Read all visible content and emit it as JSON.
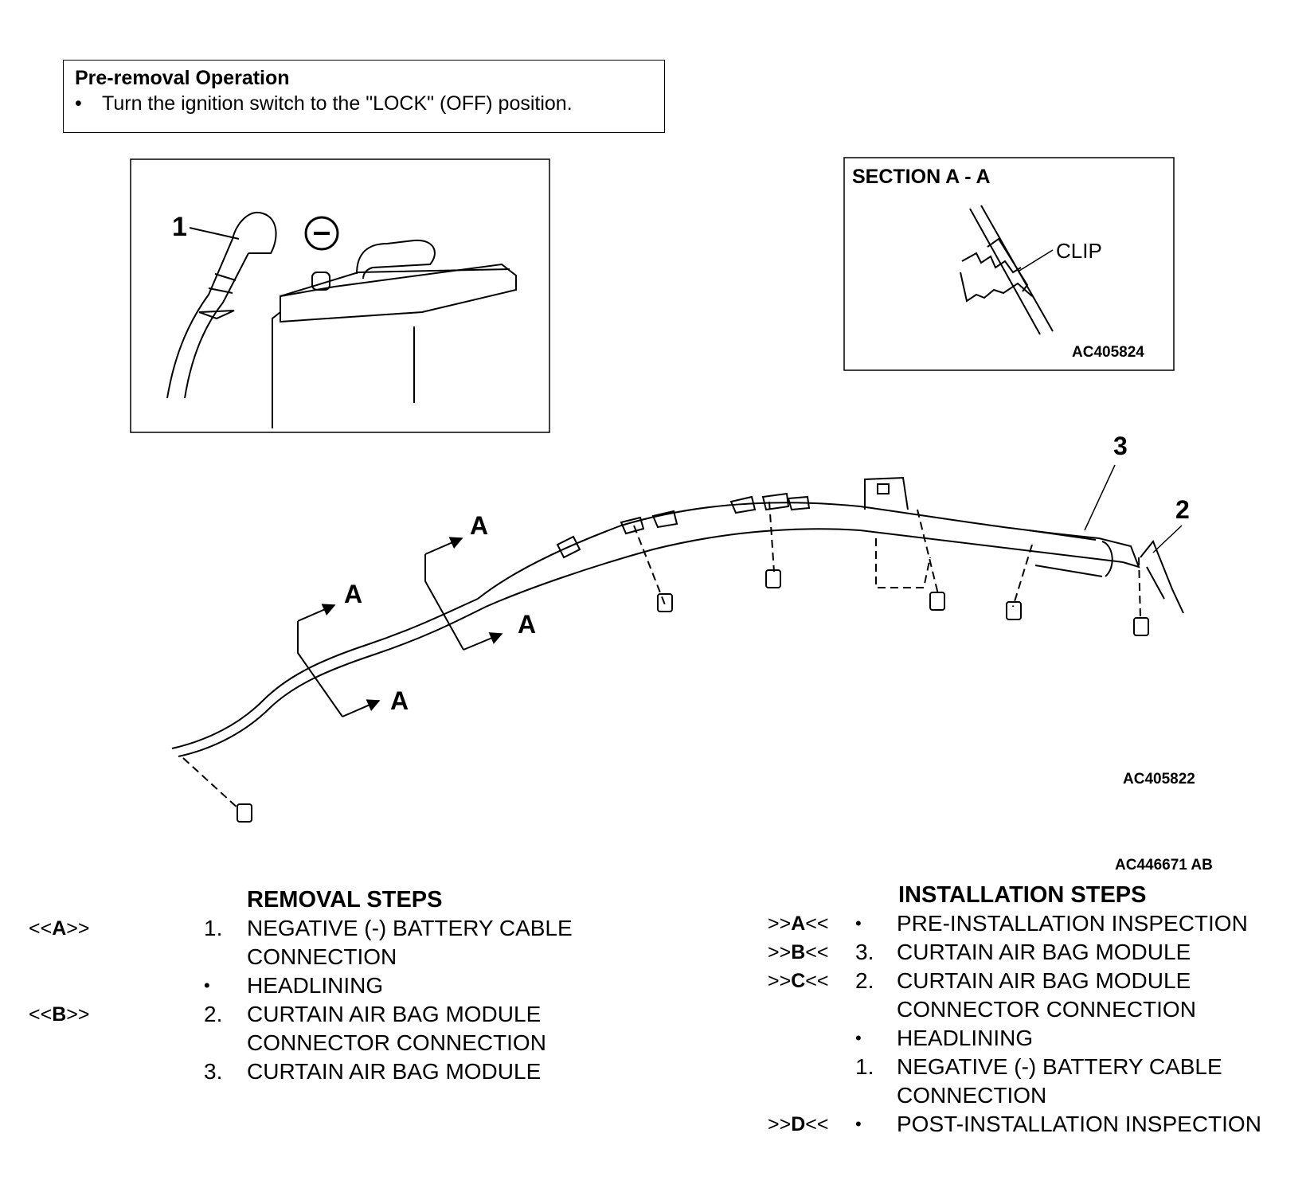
{
  "pre_removal": {
    "title": "Pre-removal Operation",
    "bullet_symbol": "•",
    "bullet": "Turn the ignition switch to the \"LOCK\" (OFF) position."
  },
  "battery_inset": {
    "callout_1": "1",
    "minus_symbol": "–"
  },
  "section_inset": {
    "title": "SECTION A -  A",
    "clip_label": "CLIP",
    "code": "AC405824"
  },
  "main_diagram": {
    "callout_2": "2",
    "callout_3": "3",
    "section_marks": [
      "A",
      "A",
      "A",
      "A"
    ],
    "code": "AC405822"
  },
  "figure_code": "AC446671 AB",
  "removal": {
    "title": "REMOVAL STEPS",
    "rows": [
      {
        "tag_open": "<<",
        "tag": "A",
        "tag_close": ">>",
        "num": "1.",
        "text": "NEGATIVE (-) BATTERY CABLE"
      },
      {
        "tag_open": "",
        "tag": "",
        "tag_close": "",
        "num": "",
        "text": "CONNECTION"
      },
      {
        "tag_open": "",
        "tag": "",
        "tag_close": "",
        "num": "•",
        "text": "HEADLINING"
      },
      {
        "tag_open": "<<",
        "tag": "B",
        "tag_close": ">>",
        "num": "2.",
        "text": "CURTAIN AIR BAG MODULE"
      },
      {
        "tag_open": "",
        "tag": "",
        "tag_close": "",
        "num": "",
        "text": "CONNECTOR CONNECTION"
      },
      {
        "tag_open": "",
        "tag": "",
        "tag_close": "",
        "num": "3.",
        "text": "CURTAIN AIR BAG MODULE"
      }
    ]
  },
  "installation": {
    "title": "INSTALLATION STEPS",
    "rows": [
      {
        "tag_open": ">>",
        "tag": "A",
        "tag_close": "<<",
        "num": "•",
        "text": "PRE-INSTALLATION INSPECTION"
      },
      {
        "tag_open": ">>",
        "tag": "B",
        "tag_close": "<<",
        "num": "3.",
        "text": "CURTAIN AIR BAG MODULE"
      },
      {
        "tag_open": ">>",
        "tag": "C",
        "tag_close": "<<",
        "num": "2.",
        "text": "CURTAIN AIR BAG MODULE"
      },
      {
        "tag_open": "",
        "tag": "",
        "tag_close": "",
        "num": "",
        "text": "CONNECTOR CONNECTION"
      },
      {
        "tag_open": "",
        "tag": "",
        "tag_close": "",
        "num": "•",
        "text": "HEADLINING"
      },
      {
        "tag_open": "",
        "tag": "",
        "tag_close": "",
        "num": "1.",
        "text": "NEGATIVE (-) BATTERY CABLE"
      },
      {
        "tag_open": "",
        "tag": "",
        "tag_close": "",
        "num": "",
        "text": "CONNECTION"
      },
      {
        "tag_open": ">>",
        "tag": "D",
        "tag_close": "<<",
        "num": "•",
        "text": "POST-INSTALLATION INSPECTION"
      }
    ]
  }
}
